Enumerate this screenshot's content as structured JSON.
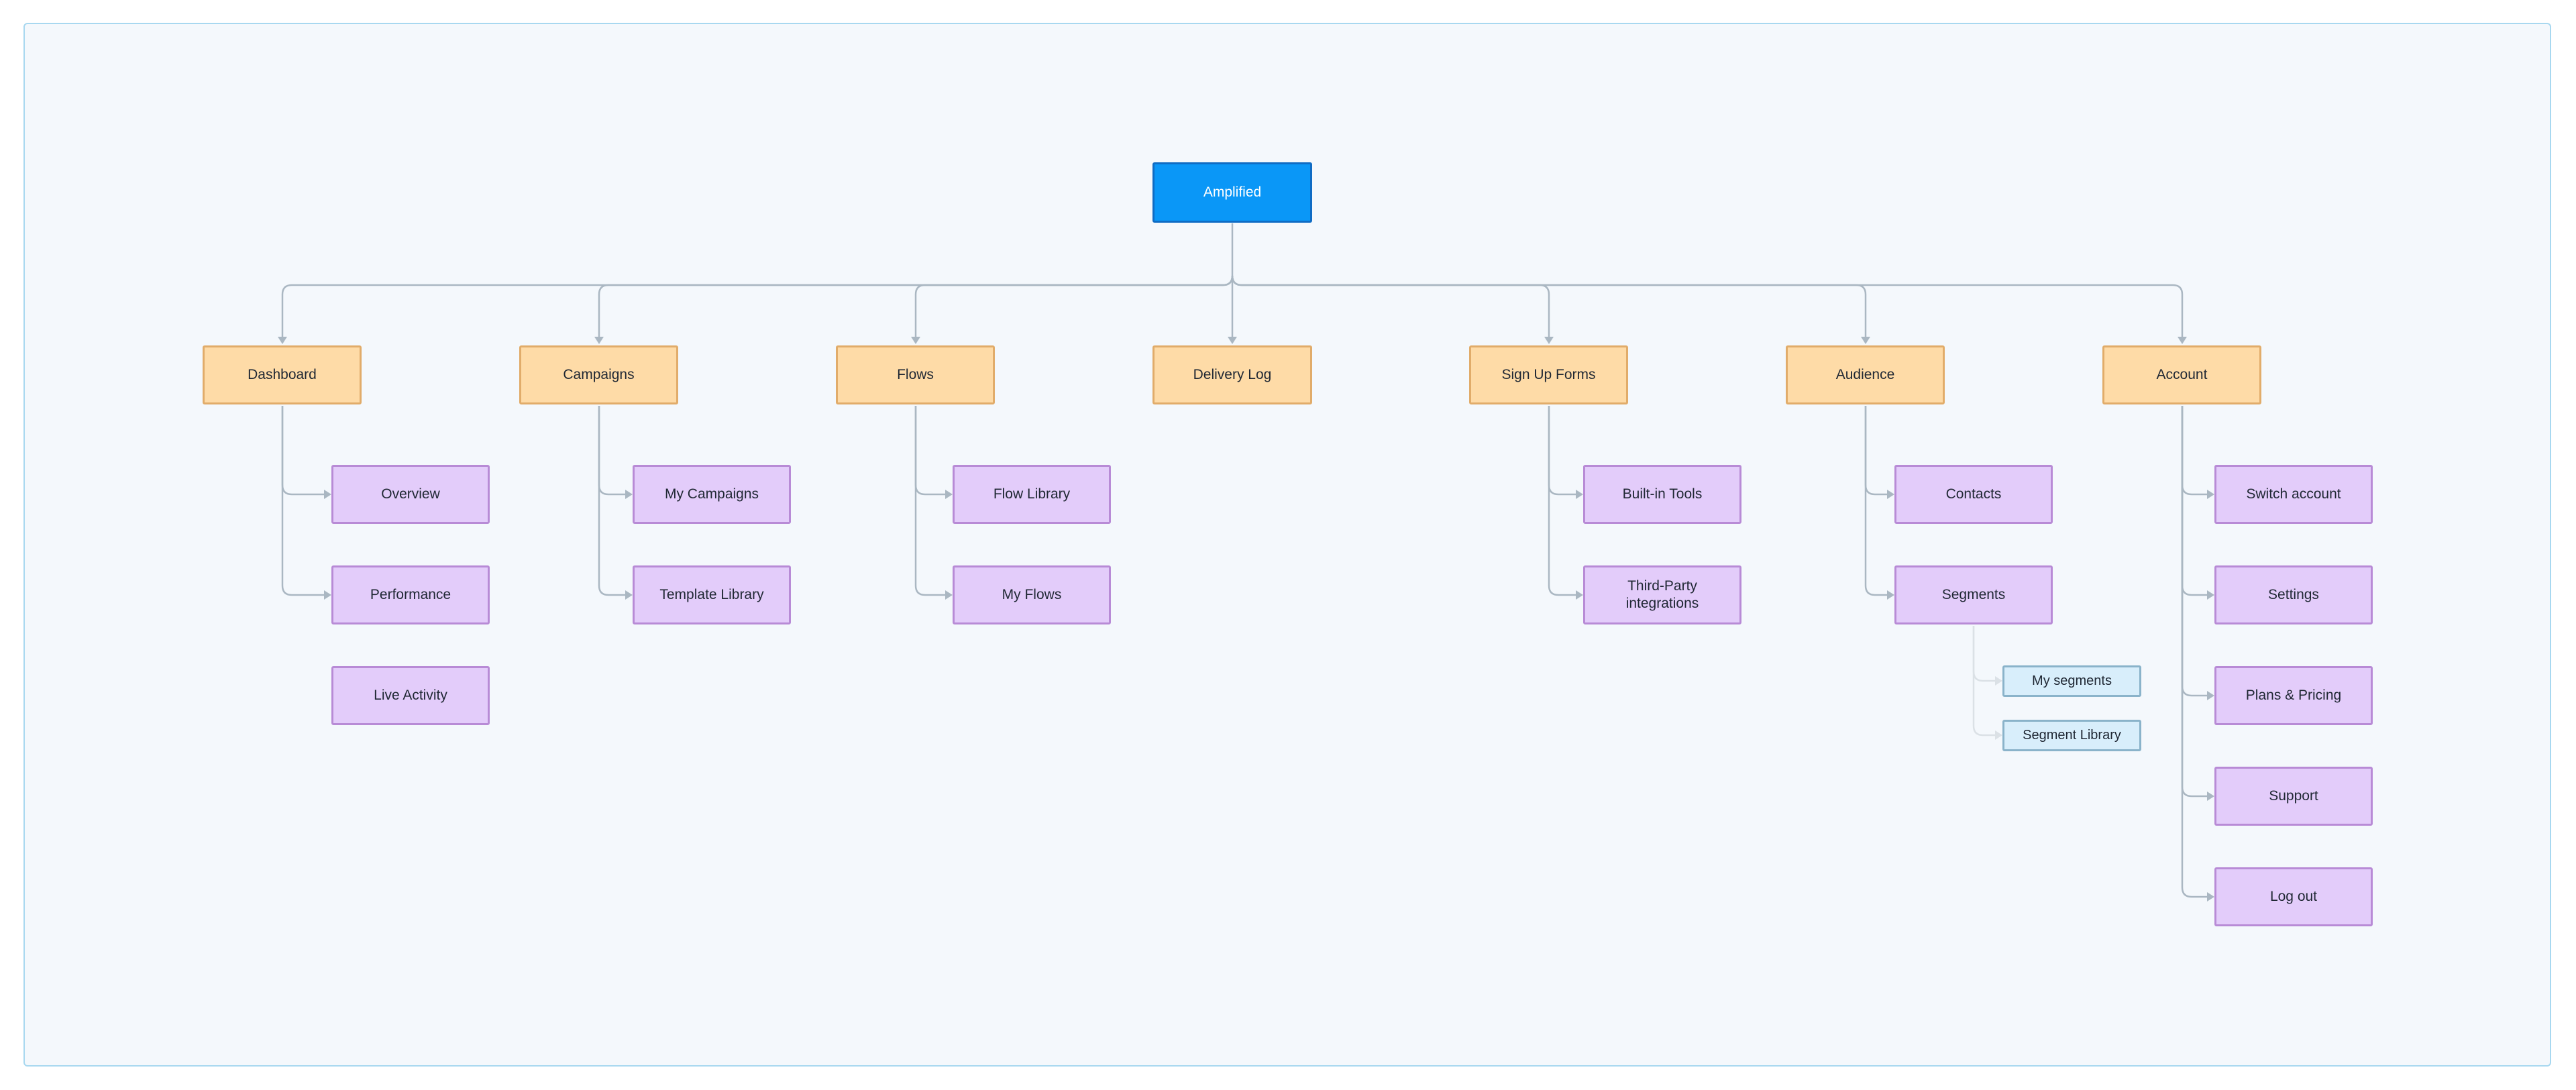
{
  "colors": {
    "background": "#f4f8fc",
    "frame_border": "#a8d8f0",
    "connector": "#aab7c2",
    "connector_light": "#dbe1e6",
    "root_fill": "#0a97f7",
    "section_fill": "#fedba7",
    "page_fill": "#e3ccfa",
    "subpage_fill": "#d8eefb"
  },
  "sitemap": {
    "root": "Amplified",
    "sections": [
      {
        "label": "Dashboard",
        "children": [
          "Overview",
          "Performance"
        ],
        "unlinked_children": [
          "Live Activity"
        ]
      },
      {
        "label": "Campaigns",
        "children": [
          "My Campaigns",
          "Template Library"
        ]
      },
      {
        "label": "Flows",
        "children": [
          "Flow Library",
          "My Flows"
        ]
      },
      {
        "label": "Delivery Log",
        "children": []
      },
      {
        "label": "Sign Up Forms",
        "children": [
          "Built-in Tools",
          "Third-Party\nintegrations"
        ]
      },
      {
        "label": "Audience",
        "children": [
          "Contacts",
          "Segments"
        ],
        "segment_children": [
          "My segments",
          "Segment Library"
        ]
      },
      {
        "label": "Account",
        "children": [
          "Switch account",
          "Settings",
          "Plans & Pricing",
          "Support",
          "Log out"
        ]
      }
    ]
  }
}
